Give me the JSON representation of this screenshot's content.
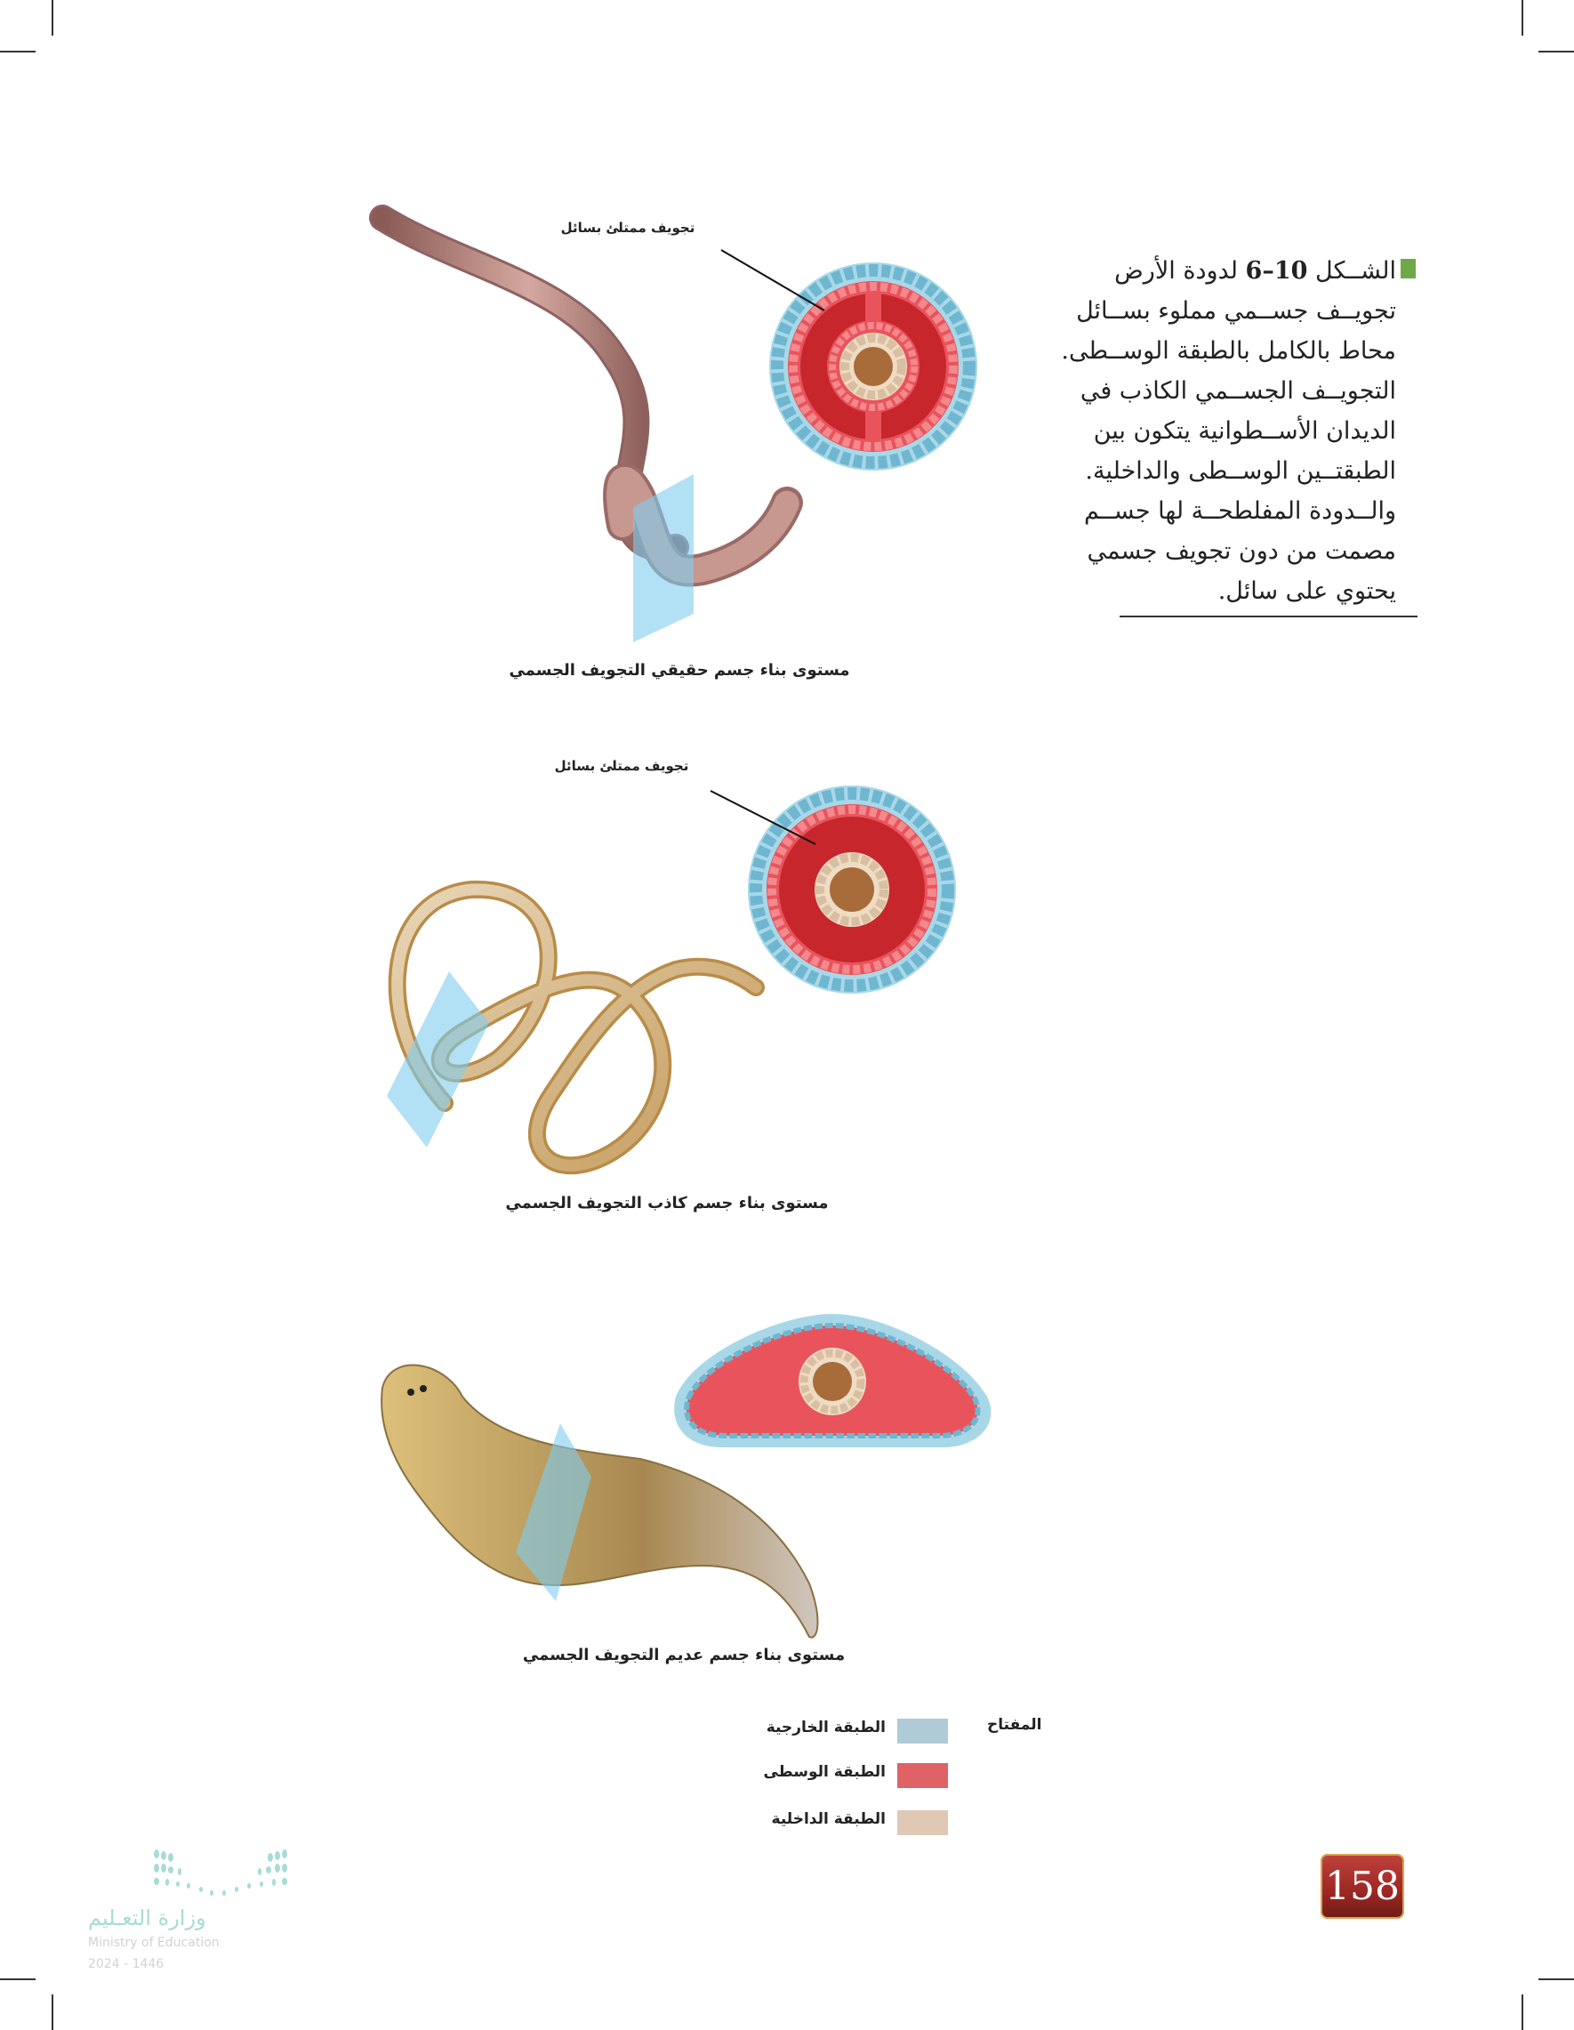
{
  "caption": {
    "figure_label": "الشــكل",
    "figure_number": "6–10",
    "lines": [
      "لدودة الأرض",
      "تجويــف جســمي مملوء بســائل",
      "محاط بالكامل بالطبقة الوســطى.",
      "التجويــف الجســمي الكاذب في",
      "الديدان الأســطوانية يتكون بين",
      "الطبقتــين الوســطى والداخلية.",
      "والــدودة المفلطحــة لها جســم",
      "مصمت من دون تجويف جسمي",
      "يحتوي على سائل."
    ],
    "accent_color": "#6fa84a"
  },
  "figures": [
    {
      "label": "تجويف ممتلئ بسائل",
      "title": "مستوى بناء جسم حقيقي التجويف الجسمي"
    },
    {
      "label": "تجويف ممتلئ بسائل",
      "title": "مستوى بناء جسم كاذب التجويف الجسمي"
    },
    {
      "title": "مستوى بناء جسم عديم التجويف الجسمي"
    }
  ],
  "legend": {
    "key_label": "المفتاح",
    "items": [
      {
        "label": "الطبقة الخارجية",
        "color": "#aecbd6"
      },
      {
        "label": "الطبقة الوسطى",
        "color": "#de6266"
      },
      {
        "label": "الطبقة الداخلية",
        "color": "#dfc9b5"
      }
    ]
  },
  "page_number": "158",
  "footer": {
    "ministry_ar": "وزارة التعـليم",
    "ministry_en": "Ministry of Education",
    "year": "2024 - 1446"
  }
}
